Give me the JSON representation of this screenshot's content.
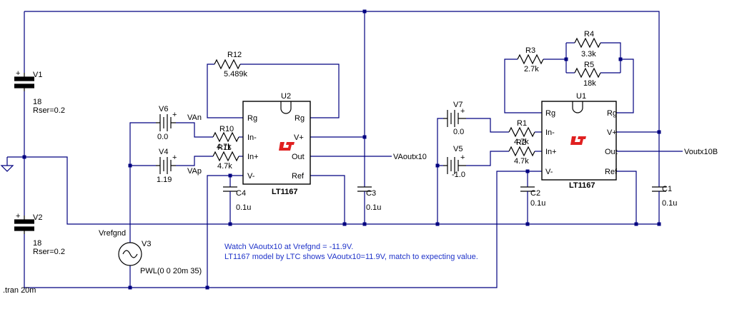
{
  "components": {
    "V1": {
      "name": "V1",
      "value": "18",
      "param": "Rser=0.2"
    },
    "V2": {
      "name": "V2",
      "value": "18",
      "param": "Rser=0.2"
    },
    "V3": {
      "name": "V3",
      "value": "PWL(0 0 20m 35)"
    },
    "V4": {
      "name": "V4",
      "value": "1.19"
    },
    "V5": {
      "name": "V5",
      "value": "-1.0"
    },
    "V6": {
      "name": "V6",
      "value": "0.0"
    },
    "V7": {
      "name": "V7",
      "value": "0.0"
    },
    "R1": {
      "name": "R1",
      "value": "4.7k"
    },
    "R2": {
      "name": "R2",
      "value": "4.7k"
    },
    "R3": {
      "name": "R3",
      "value": "2.7k"
    },
    "R4": {
      "name": "R4",
      "value": "3.3k"
    },
    "R5": {
      "name": "R5",
      "value": "18k"
    },
    "R10": {
      "name": "R10",
      "value": "4.7k"
    },
    "R11": {
      "name": "R11",
      "value": "4.7k"
    },
    "R12": {
      "name": "R12",
      "value": "5.489k"
    },
    "C1": {
      "name": "C1",
      "value": "0.1u"
    },
    "C2": {
      "name": "C2",
      "value": "0.1u"
    },
    "C3": {
      "name": "C3",
      "value": "0.1u"
    },
    "C4": {
      "name": "C4",
      "value": "0.1u"
    },
    "U1": {
      "name": "U1",
      "part": "LT1167"
    },
    "U2": {
      "name": "U2",
      "part": "LT1167"
    }
  },
  "pins": {
    "rg": "Rg",
    "in_minus": "In-",
    "in_plus": "In+",
    "v_minus": "V-",
    "v_plus": "V+",
    "out": "Out",
    "ref": "Ref"
  },
  "nets": {
    "van": "VAn",
    "vap": "VAp",
    "vaoutx10": "VAoutx10",
    "voutx10b": "Voutx10B",
    "vrefgnd": "Vrefgnd"
  },
  "directive": ".tran 20m",
  "notes": [
    "Watch VAoutx10 at Vrefgnd = -11.9V.",
    "LT1167 model by LTC shows VAoutx10=11.9V, match to expecting value."
  ]
}
